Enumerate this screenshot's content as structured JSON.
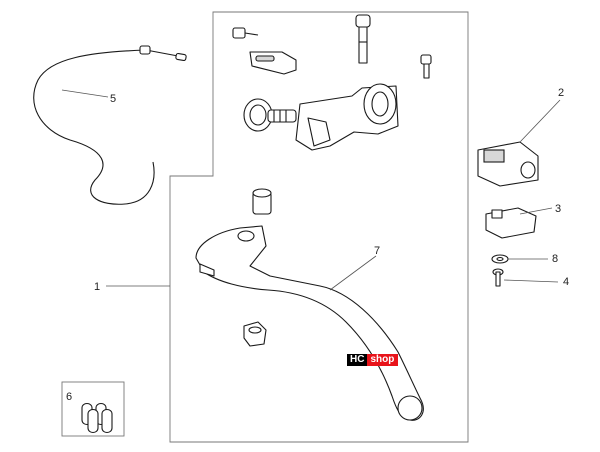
{
  "callouts": {
    "c1": "1",
    "c2": "2",
    "c3": "3",
    "c4": "4",
    "c5": "5",
    "c6": "6",
    "c7": "7",
    "c8": "8"
  },
  "watermark": {
    "prefix": "HC",
    "suffix": "shop"
  },
  "colors": {
    "line": "#1a1a1a",
    "watermark_red": "#e8131a",
    "watermark_black": "#000000"
  }
}
